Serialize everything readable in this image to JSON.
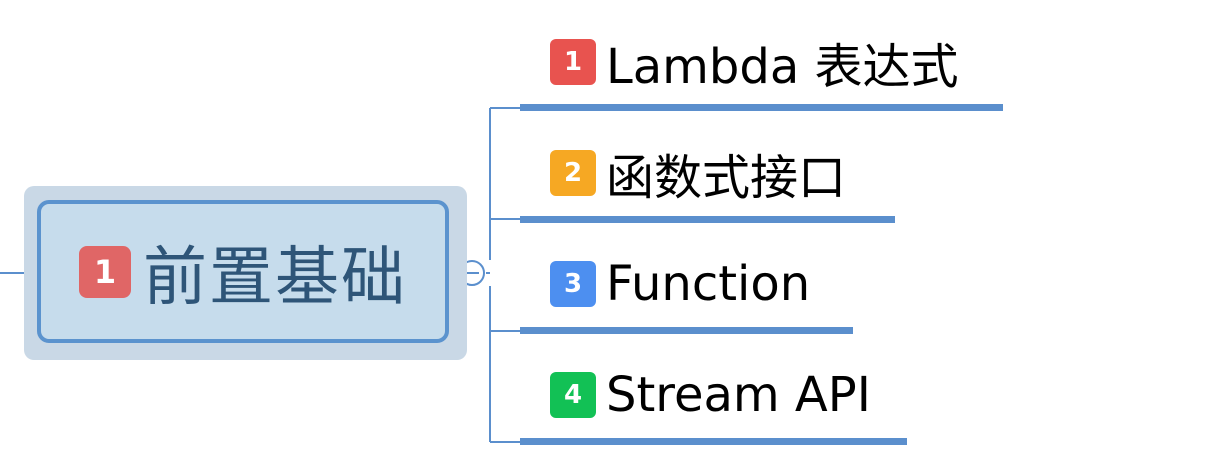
{
  "central": {
    "priority": "1",
    "label": "前置基础",
    "priority_color": "#e06666"
  },
  "branches": [
    {
      "priority": "1",
      "label": "Lambda 表达式",
      "color": "#e8534f"
    },
    {
      "priority": "2",
      "label": "函数式接口",
      "color": "#f6a823"
    },
    {
      "priority": "3",
      "label": "Function",
      "color": "#4d8ff0"
    },
    {
      "priority": "4",
      "label": "Stream API",
      "color": "#12c155"
    }
  ],
  "line_color": "#5b8fcd"
}
